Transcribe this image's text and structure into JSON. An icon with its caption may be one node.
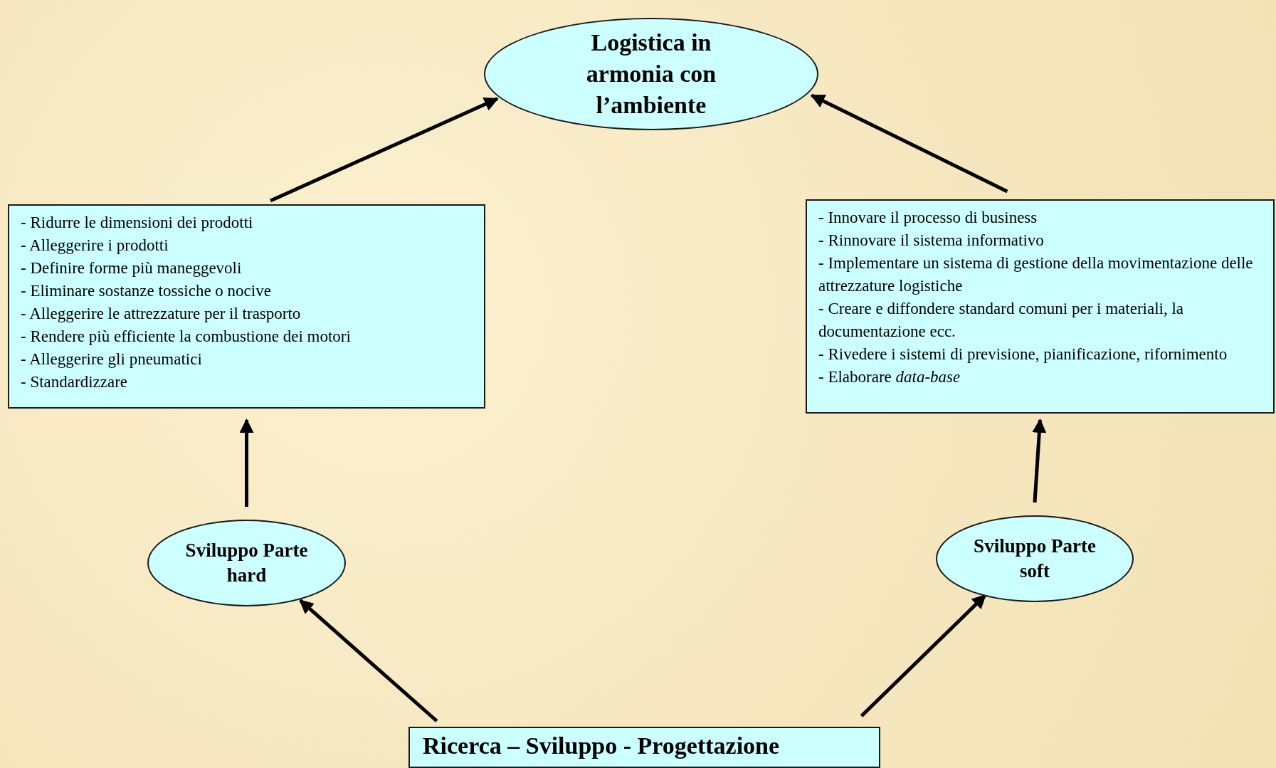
{
  "diagram": {
    "nodes": [
      {
        "text": [
          "Logistica in armonia con l’ambiente"
        ]
      },
      {
        "text": [
          "- Ridurre le dimensioni dei prodotti",
          "- Alleggerire i prodotti",
          "- Definire forme più maneggevoli",
          "- Eliminare sostanze tossiche o nocive",
          "- Alleggerire le attrezzature per il trasporto",
          "- Rendere più efficiente la combustione dei motori",
          "- Alleggerire gli pneumatici",
          "- Standardizzare"
        ]
      },
      {
        "text": [
          "- Innovare il processo di business",
          "- Rinnovare il sistema informativo",
          "- Implementare un sistema di gestione della movimentazione delle attrezzature logistiche",
          "- Creare e diffondere standard comuni per i materiali, la documentazione ecc.",
          "- Rivedere i sistemi di previsione, pianificazione, rifornimento",
          "- Elaborare *data-base*"
        ]
      },
      {
        "text": [
          "Sviluppo Parte hard"
        ]
      },
      {
        "text": [
          "Sviluppo Parte soft"
        ]
      },
      {
        "text": [
          "Ricerca – Sviluppo - Progettazione"
        ]
      }
    ],
    "edges": [
      {
        "from": 1,
        "to": 0,
        "arrow": "to"
      },
      {
        "from": 2,
        "to": 0,
        "arrow": "to"
      },
      {
        "from": 3,
        "to": 1,
        "arrow": "to"
      },
      {
        "from": 4,
        "to": 2,
        "arrow": "to"
      },
      {
        "from": 5,
        "to": 3,
        "arrow": "to"
      },
      {
        "from": 5,
        "to": 4,
        "arrow": "to"
      }
    ]
  }
}
